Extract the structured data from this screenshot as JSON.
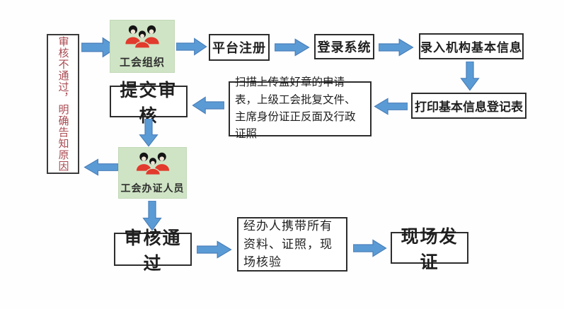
{
  "note": {
    "text": "审核不通过，明确告知原因"
  },
  "nodes": {
    "union_org": "工会组织",
    "platform_register": "平台注册",
    "login_system": "登录系统",
    "enter_org_info": "录入机构基本信息",
    "print_form": "打印基本信息登记表",
    "scan_upload": "扫描上传盖好章的申请表，上级工会批复文件、主席身份证正反面及行政证照",
    "submit_review": "提交审核",
    "union_staff": "工会办证人员",
    "review_passed": "审核通过",
    "onsite_check": "经办人携带所有资料、证照，现场核验",
    "issue_cert": "现场发证"
  },
  "icons": {
    "people_group": "three-people-figures",
    "arrow_right": "block-arrow-right",
    "arrow_left": "block-arrow-left",
    "arrow_down": "block-arrow-down"
  },
  "colors": {
    "arrow_fill": "#5b9bd5",
    "arrow_border": "#4a7fba",
    "note_text": "#a94950",
    "group_background": "#cfe4c5",
    "shirt_red": "#e23a2c",
    "box_border": "#2d2d2d"
  }
}
